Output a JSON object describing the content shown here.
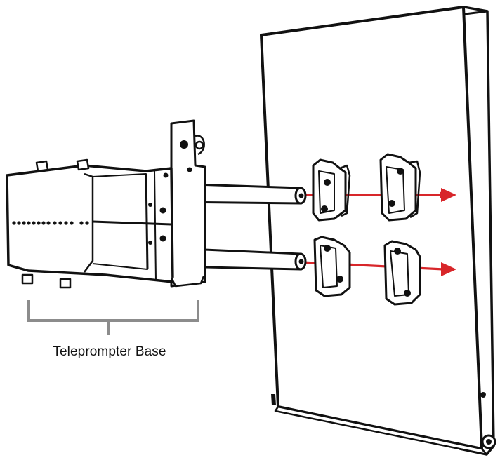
{
  "diagram": {
    "label_base": "Teleprompter Base",
    "colors": {
      "line": "#111111",
      "arrow": "#d8262a",
      "bracket": "#8c8c8c",
      "fill": "#ffffff"
    },
    "parts": [
      {
        "name": "monitor-panel",
        "kind": "flat display panel, back side"
      },
      {
        "name": "rail-clamp-left-pair",
        "kind": "mounting clamp"
      },
      {
        "name": "rail-clamp-right-pair",
        "kind": "mounting clamp"
      },
      {
        "name": "support-rods",
        "kind": "twin rods"
      },
      {
        "name": "teleprompter-base",
        "kind": "base housing"
      }
    ],
    "arrows": [
      "upper-rod-direction",
      "lower-rod-direction"
    ]
  }
}
